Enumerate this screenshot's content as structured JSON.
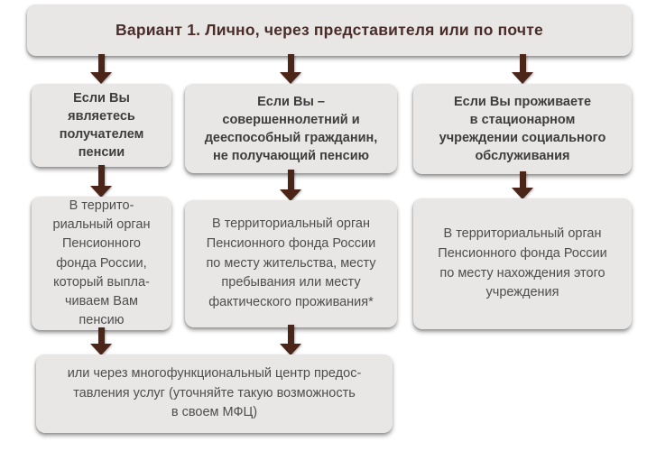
{
  "colors": {
    "background": "#ffffff",
    "box_fill": "#e8e7e5",
    "header_text": "#4a2d28",
    "body_text": "#4e4e4e",
    "bold_text": "#3d3d3d",
    "arrow": "#4b2518"
  },
  "header": {
    "title": "Вариант 1. Лично, через представителя или по почте"
  },
  "columns": [
    {
      "condition": "Если Вы\nявляетесь\nполучателем\nпенсии",
      "destination": "В террито-\nриальный орган\nПенсионного\nфонда России,\nкоторый выпла-\nчиваем Вам\nпенсию"
    },
    {
      "condition": "Если Вы –\nсовершеннолетний и\nдееспособный гражданин,\nне получающий пенсию",
      "destination": "В территориальный орган\nПенсионного фонда России\nпо месту жительства, месту\nпребывания или месту\nфактического проживания*"
    },
    {
      "condition": "Если Вы проживаете\nв стационарном\nучреждении социального\nобслуживания",
      "destination": "В территориальный орган\nПенсионного фонда России\nпо месту нахождения этого\nучреждения"
    }
  ],
  "footer": {
    "text": "или через многофункциональный центр предос-\nтавления услуг (уточняйте такую возможность\nв своем МФЦ)"
  }
}
